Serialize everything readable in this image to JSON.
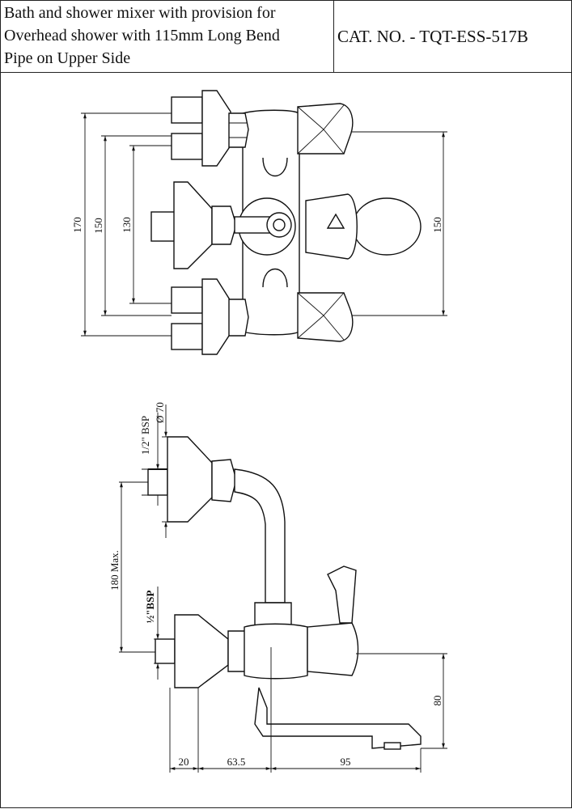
{
  "header": {
    "description_lines": [
      "Bath and shower mixer with provision for",
      "Overhead shower with 115mm Long Bend",
      "Pipe on Upper Side"
    ],
    "catalog_number": "CAT. NO. - TQT-ESS-517B"
  },
  "top_view": {
    "dim_170": "170",
    "dim_150_left": "150",
    "dim_130": "130",
    "dim_150_right": "150"
  },
  "side_view": {
    "upper_thread": "1/2\" BSP",
    "flange_diameter": "Ø 70",
    "inlet_spacing": "180 Max.",
    "lower_thread": "½\"BSP",
    "spout_height": "80",
    "dim_20": "20",
    "dim_63_5": "63.5",
    "dim_95": "95"
  }
}
